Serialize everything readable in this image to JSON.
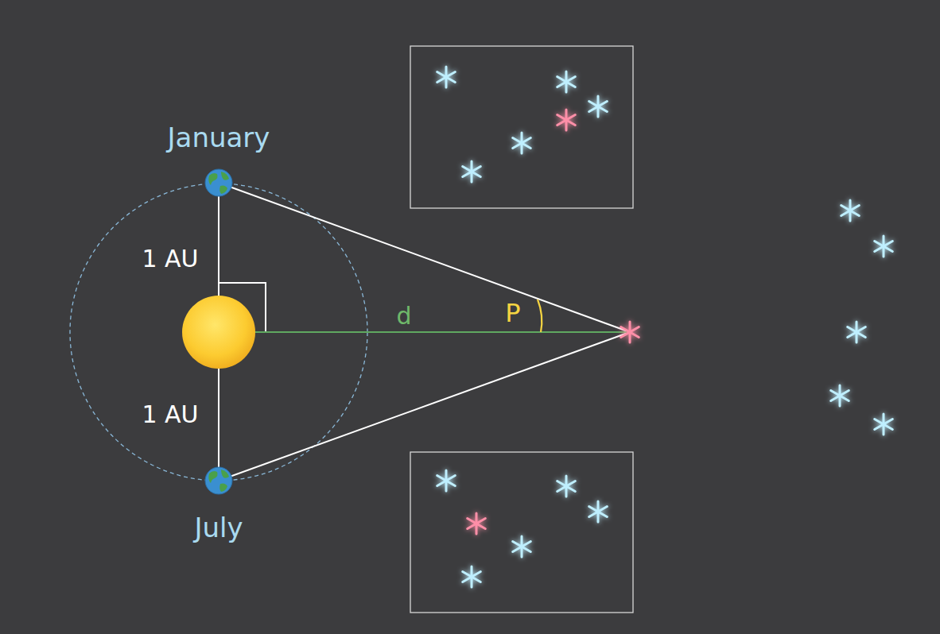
{
  "diagram": {
    "labels": [
      "January",
      "1 AU",
      "d",
      "P",
      "1 AU",
      "July"
    ]
  }
}
